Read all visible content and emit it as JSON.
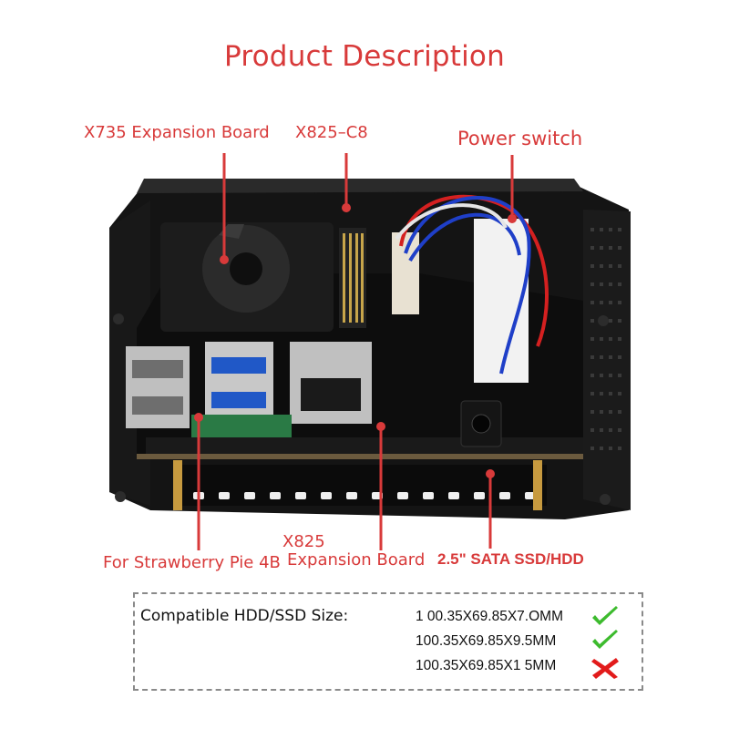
{
  "title": "Product Description",
  "callouts": {
    "x735": "X735 Expansion Board",
    "x825_c8": "X825–C8",
    "power_switch": "Power switch",
    "x825_line1": "X825",
    "x825_line2": "Expansion Board",
    "strawberry": "For Strawberry Pie 4B",
    "sata": "2.5\" SATA SSD/HDD"
  },
  "compatibility": {
    "label": "Compatible HDD/SSD Size:",
    "sizes": [
      {
        "size": "1 00.35X69.85X7.OMM",
        "status": "supported",
        "icon": "green-check-icon"
      },
      {
        "size": "100.35X69.85X9.5MM",
        "status": "supported",
        "icon": "green-check-icon"
      },
      {
        "size": "100.35X69.85X1 5MM",
        "status": "unsupported",
        "icon": "red-x-icon"
      }
    ]
  },
  "colors": {
    "accent_red": "#d83a3a",
    "check_green": "#3dbb2e",
    "cross_red": "#e21b1b",
    "case_black": "#121212"
  }
}
